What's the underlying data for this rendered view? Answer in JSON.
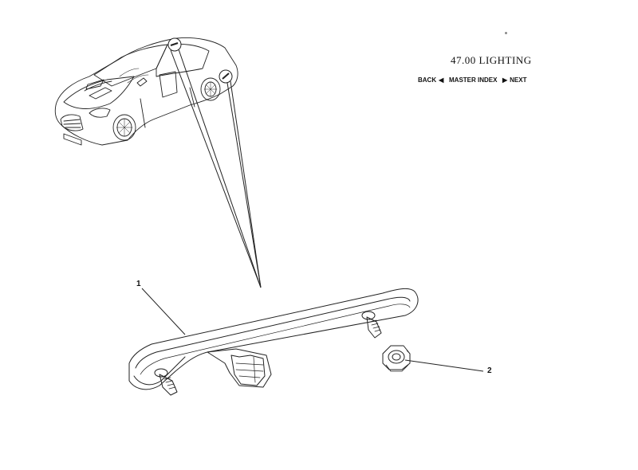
{
  "header": {
    "title": "47.00 LIGHTING"
  },
  "nav": {
    "back_label": "BACK",
    "master_label": "MASTER INDEX",
    "next_label": "NEXT",
    "back_icon": "triangle-left-icon",
    "next_icon": "triangle-right-icon"
  },
  "callouts": {
    "part_1": "1",
    "part_2": "2"
  },
  "colors": {
    "line": "#222222",
    "background": "#ffffff"
  }
}
